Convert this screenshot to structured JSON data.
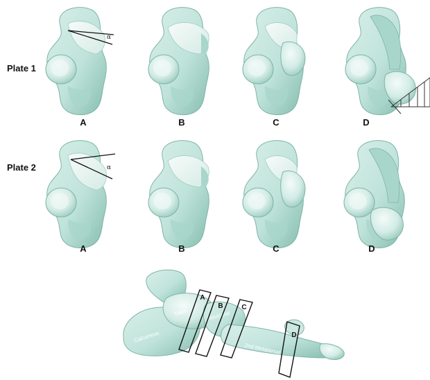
{
  "rows": [
    {
      "label": "Plate 1",
      "angle_symbol": "α",
      "panels": [
        {
          "label": "A"
        },
        {
          "label": "B"
        },
        {
          "label": "C"
        },
        {
          "label": "D"
        }
      ]
    },
    {
      "label": "Plate 2",
      "angle_symbol": "α",
      "panels": [
        {
          "label": "A"
        },
        {
          "label": "B"
        },
        {
          "label": "C"
        },
        {
          "label": "D"
        }
      ]
    }
  ],
  "foot": {
    "bone_labels": {
      "talus": "Talus",
      "calcaneus": "Calcaneus",
      "navicular": "Navicular",
      "metatarsal": "2nd Metatarsal"
    },
    "cut_planes": [
      {
        "label": "A"
      },
      {
        "label": "B"
      },
      {
        "label": "C"
      },
      {
        "label": "D"
      }
    ]
  },
  "colors": {
    "bone": "#bfe3da",
    "bone_shadow": "#8fc4b8",
    "bone_edge": "#6fa89b",
    "cut_surface": "#eef6f3",
    "ink": "#111111"
  }
}
